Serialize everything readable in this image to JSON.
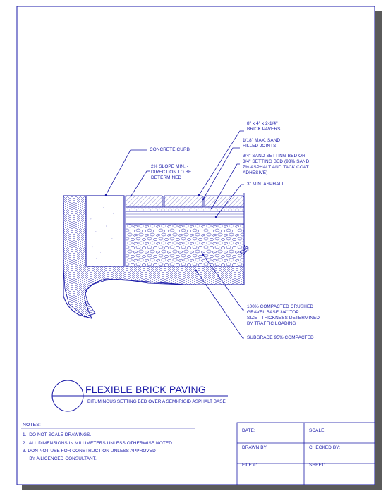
{
  "title_block": {
    "title": "FLEXIBLE BRICK PAVING",
    "subtitle": "BITUMINOUS SETTING BED OVER A SEMI-RIGID ASPHALT BASE"
  },
  "callouts": {
    "brick_pavers": "8\" x 4\" x 2-1/4\"\nBRICK PAVERS",
    "sand_joints": "1/18\" MAX. SAND\nFILLED JOINTS",
    "setting_bed": "3/4\" SAND SETTING BED OR\n3/4\" SETTING BED (93% SAND,\n7% ASPHALT AND TACK COAT\nADHESIVE)",
    "asphalt": "3\" MIN. ASPHALT",
    "concrete_curb": "CONCRETE CURB",
    "slope": "2% SLOPE MIN. -\nDIRECTION TO BE\nDETERMINED",
    "gravel_base": "100% COMPACTED CRUSHED\nGRAVEL BASE 3/4\" TOP\nSIZE - THICKNESS DETERMINED\nBY TRAFFIC LOADING",
    "subgrade": "SUBGRADE 95% COMPACTED"
  },
  "notes": {
    "heading": "NOTES:",
    "items": [
      "1.  DO NOT SCALE DRAWINGS.",
      "2.  ALL DIMENSIONS IN MILLIMETERS UNLESS OTHERWISE NOTED.",
      "3. DON NOT USE FOR CONSTRUCTION UNLESS APPROVED",
      "     BY A LICENCED CONSULTANT."
    ]
  },
  "fields": {
    "date": "DATE:",
    "scale": "SCALE:",
    "drawn_by": "DRAWN BY:",
    "checked_by": "CHECKED BY:",
    "file_no": "FILE #:",
    "sheet": "SHEET:"
  },
  "colors": {
    "line": "#1a1aa8",
    "paper": "#ffffff",
    "shadow": "#5a5a5a"
  }
}
